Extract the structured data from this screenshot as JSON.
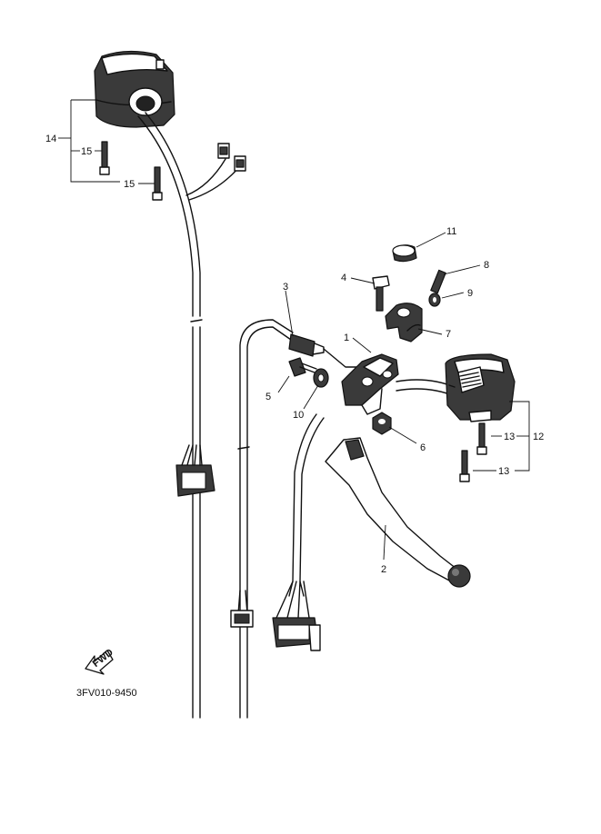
{
  "diagram": {
    "labels": [
      {
        "id": "p14",
        "text": "14"
      },
      {
        "id": "p15a",
        "text": "15"
      },
      {
        "id": "p15b",
        "text": "15"
      },
      {
        "id": "p3",
        "text": "3"
      },
      {
        "id": "p4",
        "text": "4"
      },
      {
        "id": "p11",
        "text": "11"
      },
      {
        "id": "p8",
        "text": "8"
      },
      {
        "id": "p9",
        "text": "9"
      },
      {
        "id": "p7",
        "text": "7"
      },
      {
        "id": "p1",
        "text": "1"
      },
      {
        "id": "p5",
        "text": "5"
      },
      {
        "id": "p10",
        "text": "10"
      },
      {
        "id": "p6",
        "text": "6"
      },
      {
        "id": "p13a",
        "text": "13"
      },
      {
        "id": "p12",
        "text": "12"
      },
      {
        "id": "p13b",
        "text": "13"
      },
      {
        "id": "p2",
        "text": "2"
      }
    ],
    "fwd_text": "FWD",
    "drawing_code": "3FV010-9450"
  }
}
